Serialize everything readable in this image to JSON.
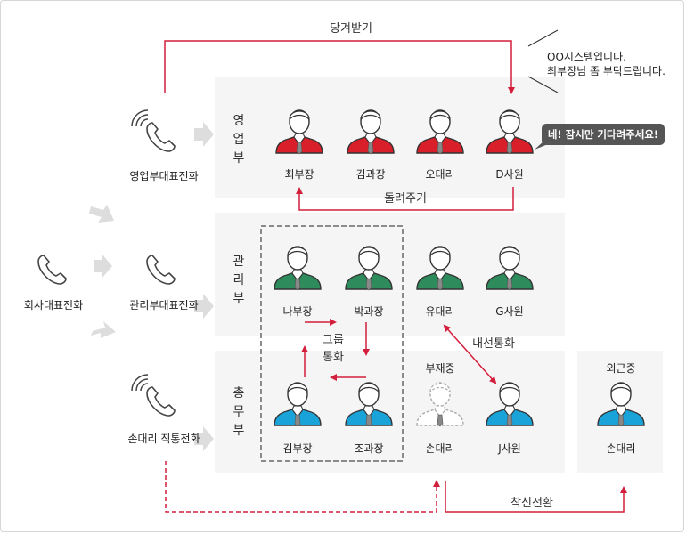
{
  "colors": {
    "sales": "#d81f2a",
    "mgmt": "#2e8b5c",
    "general": "#1aa3d9",
    "absent": "#cccccc",
    "arrow": "#d41f3c",
    "panel": "#f5f5f5"
  },
  "icons": {
    "phone": "phone-icon",
    "signal": "signal-wave-icon",
    "person": "person-icon",
    "chevron": "chevron-right-icon"
  },
  "left": {
    "company_phone": "회사대표전화",
    "sales_phone": "영업부대표전화",
    "mgmt_phone": "관리부대표전화",
    "direct_phone": "손대리 직통전화"
  },
  "depts": {
    "sales": [
      "영",
      "업",
      "부"
    ],
    "mgmt": [
      "관",
      "리",
      "부"
    ],
    "general": [
      "총",
      "무",
      "부"
    ]
  },
  "staff": {
    "sales": [
      "최부장",
      "김과장",
      "오대리",
      "D사원"
    ],
    "mgmt": [
      "나부장",
      "박과장",
      "유대리",
      "G사원"
    ],
    "general": [
      "김부장",
      "조과장",
      "손대리",
      "J사원"
    ],
    "outside": "손대리"
  },
  "status": {
    "absent": "부재중",
    "out": "외근중"
  },
  "labels": {
    "pickup": "당겨받기",
    "return": "돌려주기",
    "group_line1": "그룹",
    "group_line2": "통화",
    "extension": "내선통화",
    "forward": "착신전환"
  },
  "callout": {
    "line1": "OO시스템입니다.",
    "line2": "최부장님 좀 부탁드립니다."
  },
  "bubble": "네! 잠시만 기다려주세요!"
}
